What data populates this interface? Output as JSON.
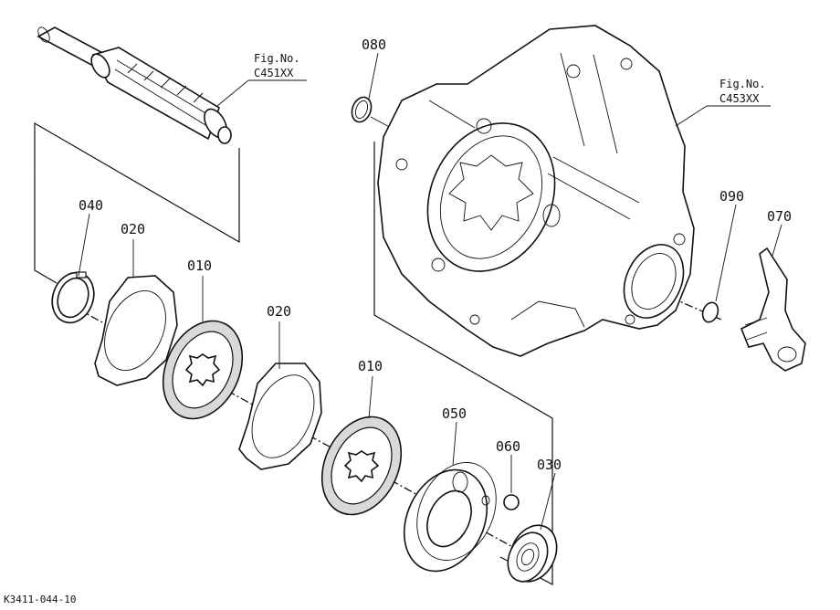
{
  "parts": [
    {
      "id": "p010a",
      "label": "010"
    },
    {
      "id": "p010b",
      "label": "010"
    },
    {
      "id": "p020a",
      "label": "020"
    },
    {
      "id": "p020b",
      "label": "020"
    },
    {
      "id": "p030",
      "label": "030"
    },
    {
      "id": "p040",
      "label": "040"
    },
    {
      "id": "p050",
      "label": "050"
    },
    {
      "id": "p060",
      "label": "060"
    },
    {
      "id": "p070",
      "label": "070"
    },
    {
      "id": "p080",
      "label": "080"
    },
    {
      "id": "p090",
      "label": "090"
    }
  ],
  "figure_refs": [
    {
      "title": "Fig.No.",
      "number": "C451XX"
    },
    {
      "title": "Fig.No.",
      "number": "C453XX"
    }
  ],
  "diagram_code": "K3411-044-10"
}
